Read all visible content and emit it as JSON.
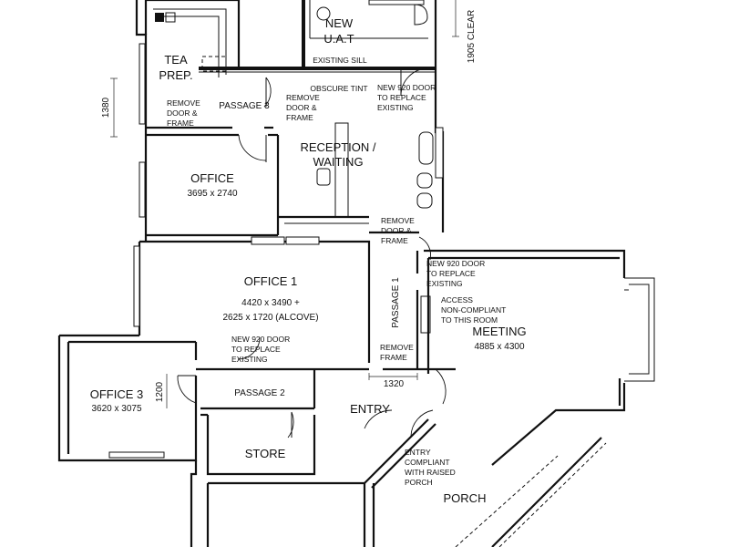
{
  "rooms": {
    "tea_prep": [
      "TEA",
      "PREP."
    ],
    "uat": [
      "NEW",
      "U.A.T"
    ],
    "passage3": "PASSAGE 3",
    "reception": [
      "RECEPTION /",
      "WAITING"
    ],
    "office": {
      "name": "OFFICE",
      "size": "3695 x 2740"
    },
    "office1": {
      "name": "OFFICE 1",
      "size1": "4420 x 3490 +",
      "size2": "2625 x 1720 (ALCOVE)"
    },
    "office3": {
      "name": "OFFICE 3",
      "size": "3620 x 3075"
    },
    "passage2": "PASSAGE 2",
    "store": "STORE",
    "entry": "ENTRY",
    "porch": "PORCH",
    "meeting": {
      "name": "MEETING",
      "size": "4885 x 4300"
    },
    "passage1": "PASSAGE 1"
  },
  "notes": {
    "existing_sill": "EXISTING SILL",
    "obscure_tint": "OBSCURE TINT",
    "new_door_top": [
      "NEW 920 DOOR",
      "TO REPLACE",
      "EXISTING"
    ],
    "remove_door_left": [
      "REMOVE",
      "DOOR &",
      "FRAME"
    ],
    "remove_door_mid": [
      "REMOVE",
      "DOOR &",
      "FRAME"
    ],
    "remove_door_right": [
      "REMOVE",
      "DOOR &",
      "FRAME"
    ],
    "new_door_meeting": [
      "NEW 920 DOOR",
      "TO REPLACE",
      "EXISTING"
    ],
    "access_note": [
      "ACCESS",
      "NON-COMPLIANT",
      "TO THIS ROOM"
    ],
    "new_door_office1": [
      "NEW 920 DOOR",
      "TO REPLACE",
      "EXISTING"
    ],
    "remove_frame": [
      "REMOVE",
      "FRAME"
    ],
    "entry_compliant": [
      "ENTRY",
      "COMPLIANT",
      "WITH RAISED",
      "PORCH"
    ]
  },
  "dimensions": {
    "clear": "1905 CLEAR",
    "d1380": "1380",
    "d1200": "1200",
    "d1320": "1320"
  }
}
